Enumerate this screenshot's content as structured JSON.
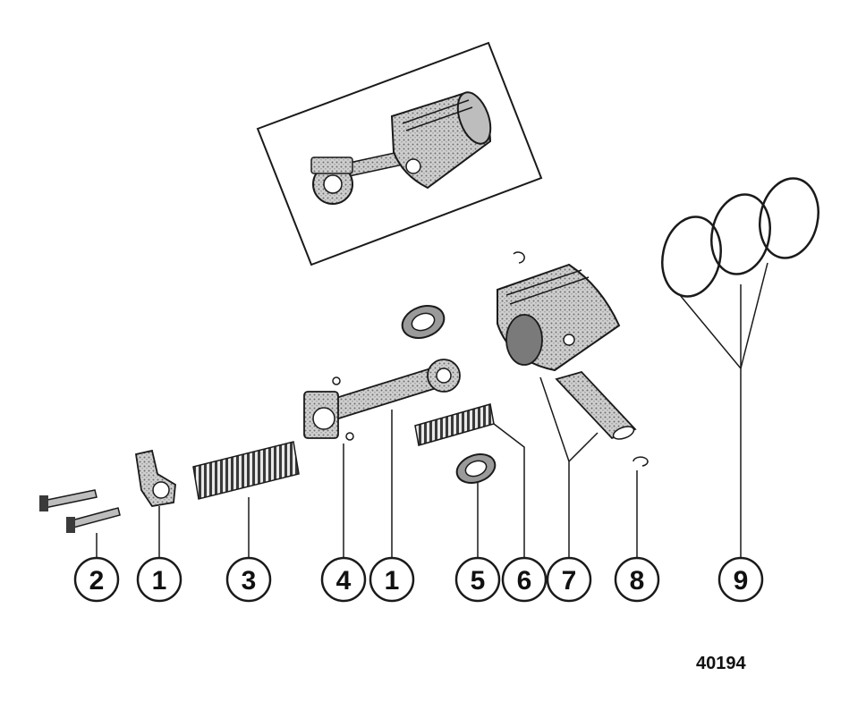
{
  "figure_number": "40194",
  "callouts": {
    "c1": "2",
    "c2": "1",
    "c3": "3",
    "c4": "4",
    "c5": "1",
    "c6": "5",
    "c7": "6",
    "c8": "7",
    "c9": "8",
    "c10": "9"
  },
  "parts": [
    "connecting-rod-cap-screw",
    "connecting-rod-cap",
    "needle-bearing-roller",
    "locating-washer",
    "connecting-rod",
    "thrust-washer",
    "piston-pin-needle-bearing",
    "piston-and-pin",
    "piston-pin-lockring",
    "piston-ring"
  ],
  "colors": {
    "ink": "#1a1a1a",
    "shade": "#9a9a9a",
    "paper": "#ffffff"
  }
}
